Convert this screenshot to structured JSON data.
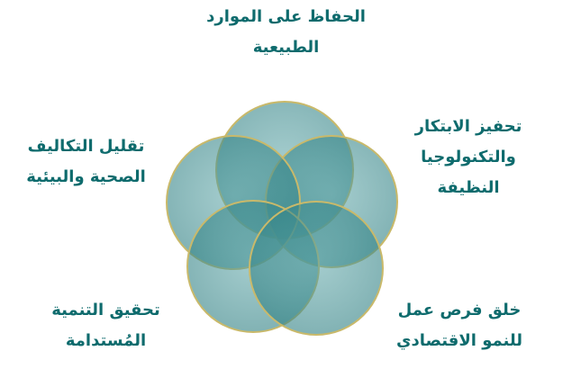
{
  "labels": {
    "top": {
      "line1": "الحفاظ على الموارد",
      "line2": "الطبيعية"
    },
    "right": {
      "line1": "تحفيز الابتكار",
      "line2": "والتكنولوجيا",
      "line3": "النظيفة"
    },
    "left": {
      "line1": "تقليل التكاليف",
      "line2": "الصحية والبيئية"
    },
    "bottom_left": {
      "line1": "تحقيق التنمية",
      "line2": "المُستدامة"
    },
    "bottom_right": {
      "line1": "خلق فرص عمل",
      "line2": "للنمو الاقتصادي"
    }
  },
  "colors": {
    "circle_fill": "#3f8f92",
    "circle_stroke": "#c9b96a",
    "text": "#0e6b6d"
  }
}
